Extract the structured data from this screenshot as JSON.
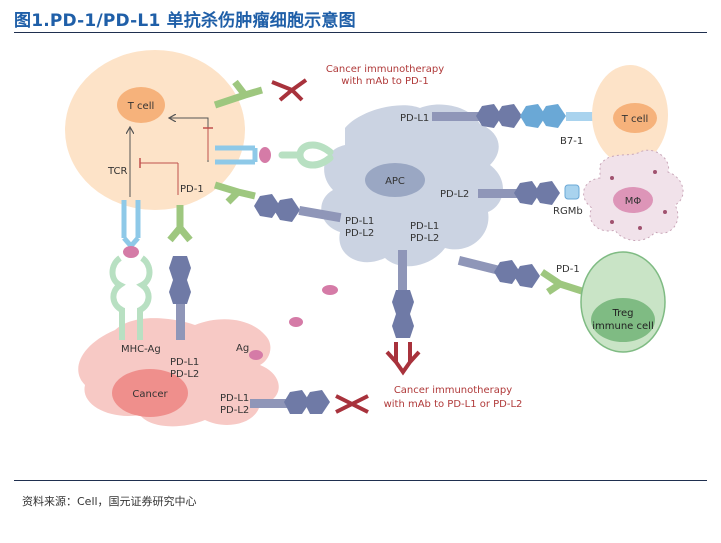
{
  "title": "图1.PD-1/PD-L1 单抗杀伤肿瘤细胞示意图",
  "source": "资料来源：Cell，国元证券研究中心",
  "labels": {
    "t_cell": "T cell",
    "tcr": "TCR",
    "pd1_tcell": "PD-1",
    "apc": "APC",
    "pdl1_apc": "PD-L1",
    "pdl2_apc": "PD-L2",
    "pdl1_pdl2_mid_1": "PD-L1",
    "pdl1_pdl2_mid_2": "PD-L2",
    "pdl1_pdl2_low_1": "PD-L1",
    "pdl1_pdl2_low_2": "PD-L2",
    "b71": "B7-1",
    "t_cell_right": "T cell",
    "rgmb": "RGMb",
    "macrophage": "MΦ",
    "pd1_treg": "PD-1",
    "treg_1": "Treg",
    "treg_2": "immune cell",
    "mhc_ag": "MHC-Ag",
    "pdl1_tumor_1": "PD-L1",
    "pdl1_tumor_2": "PD-L2",
    "ag": "Ag",
    "cancer": "Cancer",
    "pdl1_cancer_1": "PD-L1",
    "pdl1_cancer_2": "PD-L2",
    "mab_pd1_1": "Cancer immunotherapy",
    "mab_pd1_2": "with mAb to PD-1",
    "mab_pdl_1": "Cancer immunotherapy",
    "mab_pdl_2": "with mAb to PD-L1 or PD-L2"
  },
  "colors": {
    "title": "#1f5fa8",
    "t_cell": "#fde3c8",
    "t_cell_nucleus": "#f6b27b",
    "apc": "#cbd3e2",
    "apc_nucleus": "#9aa7c3",
    "tumor": "#f7c9c5",
    "tumor_nucleus": "#ef8f8c",
    "treg": "#c9e4c6",
    "treg_nucleus": "#7fbb83",
    "macrophage": "#f1e2ea",
    "antibody": "#a8323c",
    "pd1": "#9ec77f",
    "ligand": "#8f96b8",
    "b71": "#6aa8d6",
    "mhc": "#b8e0c2",
    "antigen": "#d57ba7",
    "annotation": "#b03a3a"
  }
}
